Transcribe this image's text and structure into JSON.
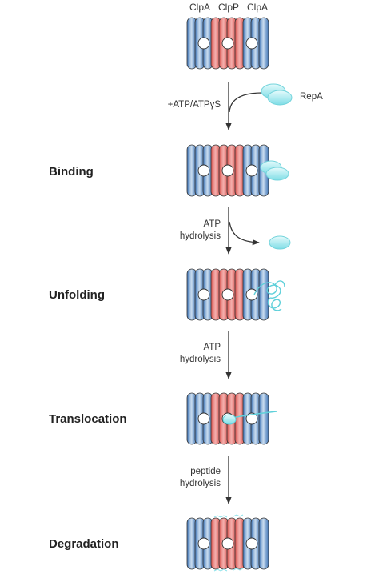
{
  "header": {
    "clpa_left": "ClpA",
    "clpp": "ClpP",
    "clpa_right": "ClpA"
  },
  "substrate_label": "RepA",
  "stages": {
    "binding": "Binding",
    "unfolding": "Unfolding",
    "translocation": "Translocation",
    "degradation": "Degradation"
  },
  "arrows": {
    "atp_binding": "+ATP/ATPγS",
    "atp_hydrolysis_1_line1": "ATP",
    "atp_hydrolysis_1_line2": "hydrolysis",
    "atp_hydrolysis_2_line1": "ATP",
    "atp_hydrolysis_2_line2": "hydrolysis",
    "peptide_hydrolysis_line1": "peptide",
    "peptide_hydrolysis_line2": "hydrolysis"
  },
  "colors": {
    "clpa_blue": "#5b8fc8",
    "clpp_red": "#e06a6a",
    "repa_cyan": "#8fe3ea"
  }
}
